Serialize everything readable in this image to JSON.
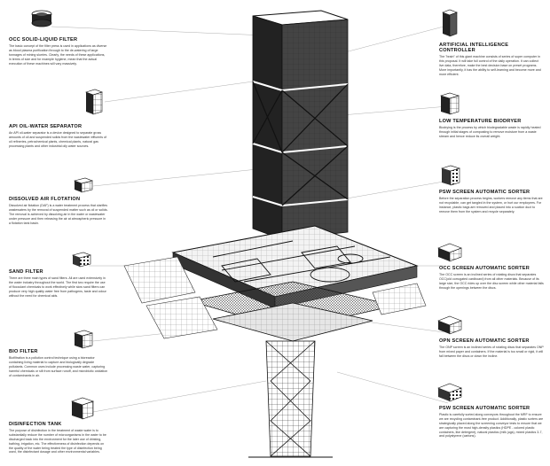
{
  "left_labels": [
    {
      "title": "OCC SOLID-LIQUID FILTER",
      "text": "The basic concept of the filter press is used in applications as diverse as blood plasma purification through to the de-watering of large tonnages of mining slurries. Clearly, the needs of these applications, in terms of size and for example hygiene, mean that the actual execution of these machines will vary massively."
    },
    {
      "title": "API OIL-WATER SEPARATOR",
      "text": "An API oil-water separator is a device designed to separate gross amounts of oil and suspended solids from the wastewater effluents of oil refineries, petrochemical plants, chemical plants, natural gas processing plants and other industrial oily water sources."
    },
    {
      "title": "DISSOLVED AIR FLOTATION",
      "text": "Dissolved air flotation (DAF) is a water treatment process that clarifies wastewaters by the removal of suspended matter such as oil or solids. The removal is achieved by dissolving air in the water or wastewater under pressure and then releasing the air at atmospheric pressure in a flotation tank basin."
    },
    {
      "title": "SAND FILTER",
      "text": "There are three main types of sand filters. All are used extensively in the water industry throughout the world. The first two require the use of flocculant chemicals to work effectively while slow sand filters can produce very high quality water free from pathogens, taste and odour without the need for chemical aids."
    },
    {
      "title": "BIO FILTER",
      "text": "Biofiltration is a pollution control technique using a bioreactor containing living material to capture and biologically degrade pollutants. Common uses include processing waste water, capturing harmful chemicals or silt from surface runoff, and microbiotic oxidation of contaminants in air."
    },
    {
      "title": "DISINFECTION TANK",
      "text": "The purpose of disinfection in the treatment of waste water is to substantially reduce the number of microorganisms in the water to be discharged back into the environment for the later use of drinking, bathing, irrigation, etc. The effectiveness of disinfection depends on the quality of the water being treated the type of disinfection being used, the disinfectant dosage and other environmental variables."
    }
  ],
  "right_labels": [
    {
      "title": "ARTIFICIAL INTELLIGENCE CONTROLLER",
      "text": "The \"brain\" of this giant machine consists of series of super computer in this proposal. It will take full control of the daily operation. It can collect live data, therefore, make the best decision base on preset programs. More importantly, it has the ability to self-learning and become more and more efficient."
    },
    {
      "title": "LOW TEMPERATURE BIODRYER",
      "text": "Biodrying is the process by which biodegradable waste is rapidly heated through initial stages of composting to remove moisture from a waste stream and hence reduce its overall weight."
    },
    {
      "title": "PSW SCREEN AUTOMATIC SORTER",
      "text": "Before the separation process begins, workers remove any items that are not recyclable, can get tangled in the system, or hurt our employees. For instance, plastic bags are removed and placed into a suction duct to remove them from the system and recycle separately."
    },
    {
      "title": "OCC SCREEN AUTOMATIC SORTER",
      "text": "The OCC screen is an inclined series of rotating discs that separates OCC(old corrugated cardboard) from all other materials. Because of its large size, the OCC rides up over the disc screen while other material falls through the openings between the discs."
    },
    {
      "title": "OPN SCREEN AUTOMATIC SORTER",
      "text": "The ONP screen is an inclined series of rotating discs that separates ONP from mixed paper and containers. If the material is too small or rigid, it will fall between the discs or down the incline."
    },
    {
      "title": "PSW SCREEN AUTOMATIC SORTER",
      "text": "Plastic is carefully sorted along conveyors throughout the MRF to ensure we are recycling contaminant-free product. Additionally, plastic sorters are strategically placed along the screening conveyor tests to ensure that we are capturing the most high-density plastics (HDPE - colored plastic containers, like detergent), natural plastics (milk jugs), mixed plastics 3-7, and polystyrene (cartons)."
    }
  ]
}
